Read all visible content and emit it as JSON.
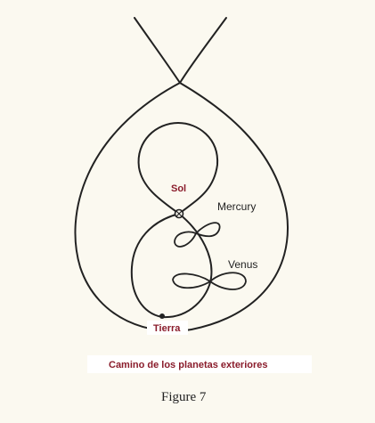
{
  "diagram": {
    "labels": {
      "sol": "Sol",
      "mercury": "Mercury",
      "venus": "Venus",
      "tierra": "Tierra"
    },
    "banner": "Camino de los planetas exteriores",
    "caption": "Figure 7"
  },
  "colors": {
    "background": "#fbf9f0",
    "ink": "#222222",
    "highlight_text": "#8a1c2b",
    "label_box": "#ffffff"
  }
}
